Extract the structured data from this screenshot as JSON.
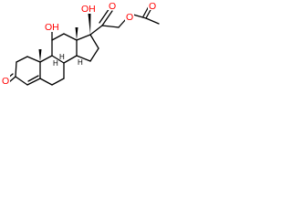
{
  "molecule": {
    "atom_labels": {
      "ring_a_ketone_o": "O",
      "c11_oh": "OH",
      "c17_oh": "OH",
      "c20_ketone_o": "O",
      "ester_o": "O",
      "acetyl_o": "O",
      "c9_h": "H",
      "c8_h": "H",
      "c14_h": "H"
    },
    "colors": {
      "bond": "#000000",
      "oxygen": "#ff0000",
      "hydrogen": "#000000"
    }
  }
}
